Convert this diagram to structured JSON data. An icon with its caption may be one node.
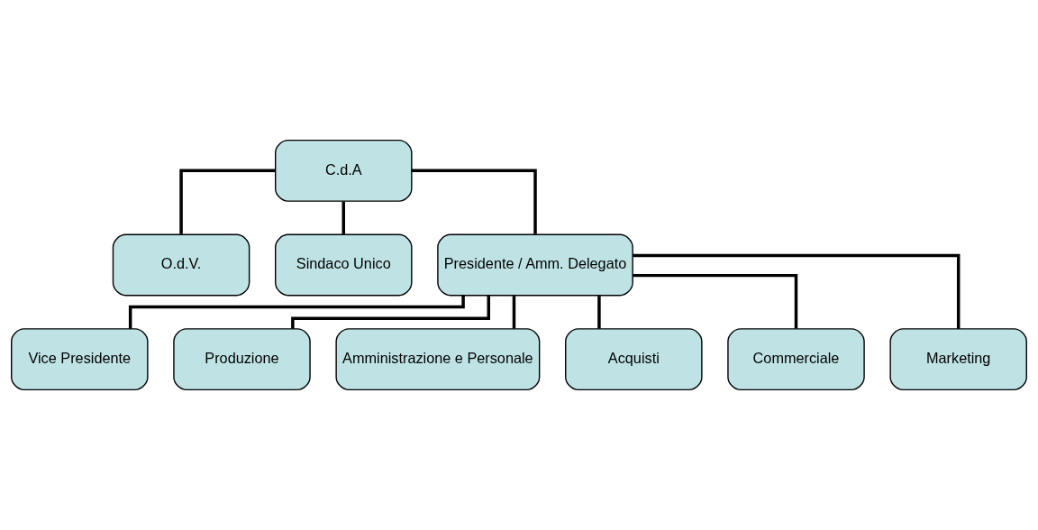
{
  "diagram": {
    "nodes": [
      {
        "text": [
          "C.d.A"
        ]
      },
      {
        "text": [
          "O.d.V."
        ]
      },
      {
        "text": [
          "Sindaco Unico"
        ]
      },
      {
        "text": [
          "Presidente / Amm. Delegato"
        ]
      },
      {
        "text": [
          "Vice Presidente"
        ]
      },
      {
        "text": [
          "Produzione"
        ]
      },
      {
        "text": [
          "Amministrazione e Personale"
        ]
      },
      {
        "text": [
          "Acquisti"
        ]
      },
      {
        "text": [
          "Commerciale"
        ]
      },
      {
        "text": [
          "Marketing"
        ]
      }
    ],
    "edges": [
      {
        "from": 0,
        "to": 1,
        "arrow": "none"
      },
      {
        "from": 0,
        "to": 2,
        "arrow": "none"
      },
      {
        "from": 0,
        "to": 3,
        "arrow": "none"
      },
      {
        "from": 3,
        "to": 4,
        "arrow": "none"
      },
      {
        "from": 3,
        "to": 5,
        "arrow": "none"
      },
      {
        "from": 3,
        "to": 6,
        "arrow": "none"
      },
      {
        "from": 3,
        "to": 7,
        "arrow": "none"
      },
      {
        "from": 3,
        "to": 8,
        "arrow": "none"
      },
      {
        "from": 3,
        "to": 9,
        "arrow": "none"
      }
    ]
  }
}
